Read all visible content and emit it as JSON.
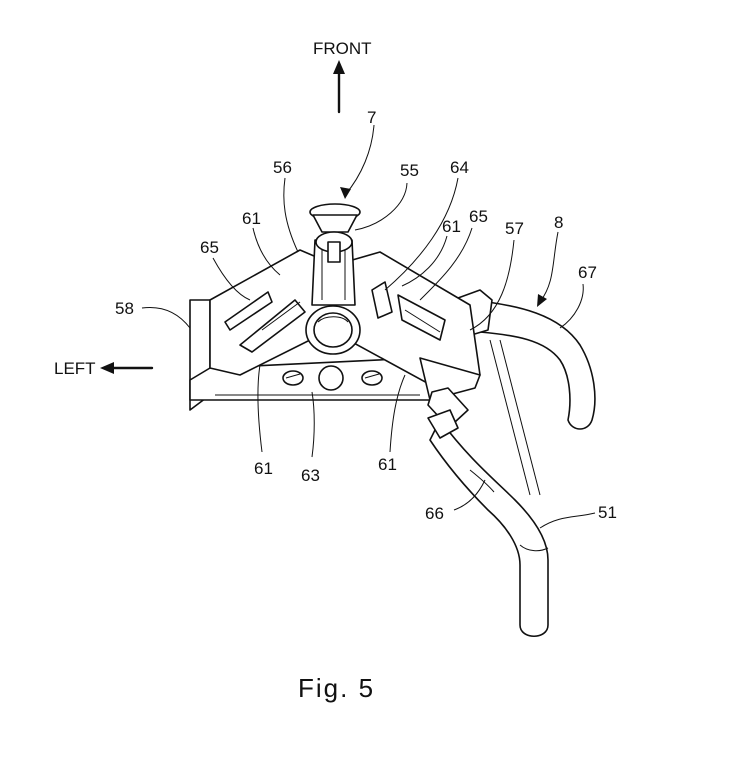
{
  "figure": {
    "caption": "Fig. 5",
    "directions": {
      "front": "FRONT",
      "left": "LEFT"
    },
    "reference_numerals": {
      "r7": "7",
      "r56": "56",
      "r55": "55",
      "r64": "64",
      "r61_top_left": "61",
      "r61_top_right": "61",
      "r65_left": "65",
      "r65_right": "65",
      "r57": "57",
      "r8": "8",
      "r67": "67",
      "r58": "58",
      "r61_bottom_left": "61",
      "r63": "63",
      "r61_bottom_right": "61",
      "r66": "66",
      "r51": "51"
    }
  }
}
